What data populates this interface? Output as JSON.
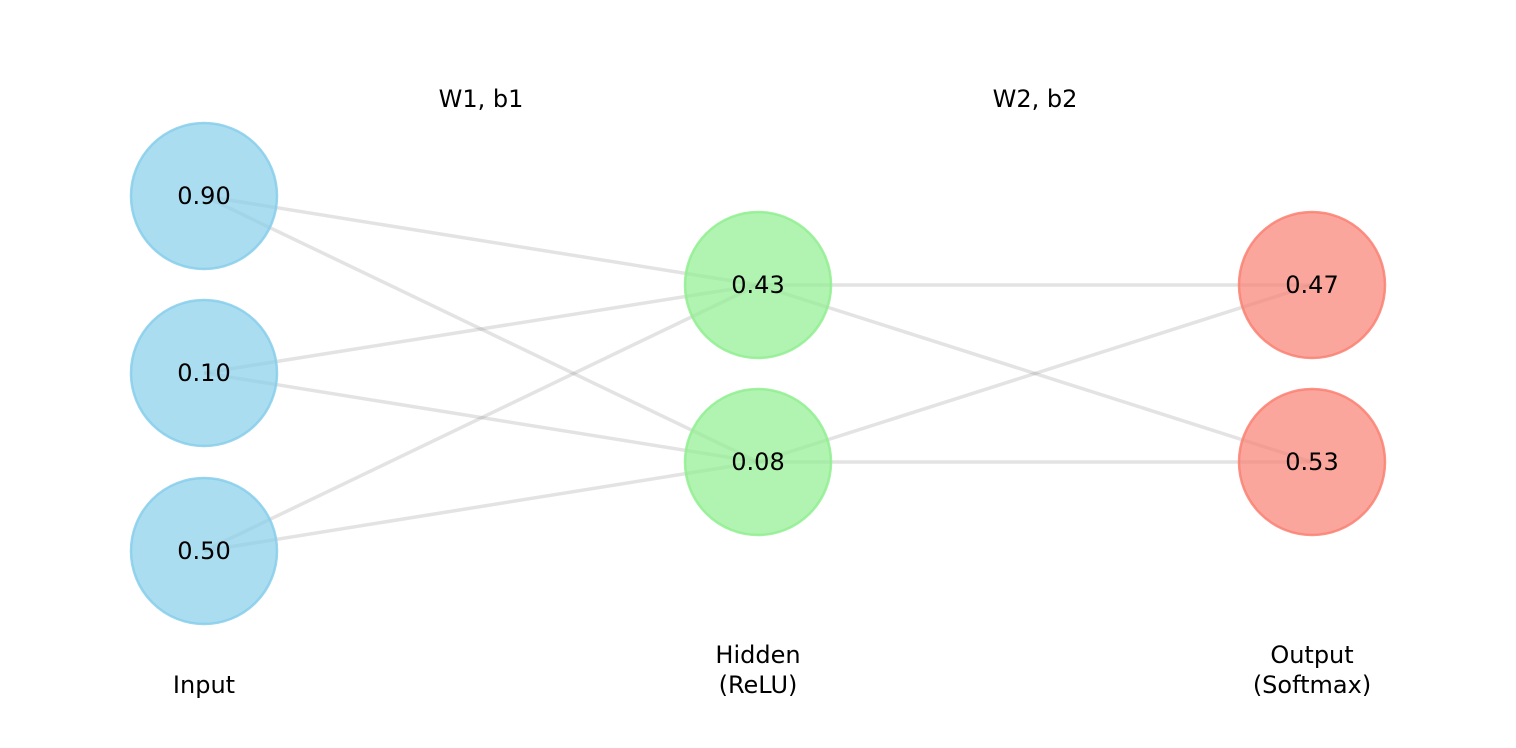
{
  "weights_labels": {
    "w1": "W1, b1",
    "w2": "W2, b2"
  },
  "layers": {
    "input": {
      "label": "Input",
      "color": "#87CEEB",
      "nodes": [
        "0.90",
        "0.10",
        "0.50"
      ]
    },
    "hidden": {
      "label_line1": "Hidden",
      "label_line2": "(ReLU)",
      "color": "#90EE90",
      "nodes": [
        "0.43",
        "0.08"
      ]
    },
    "output": {
      "label_line1": "Output",
      "label_line2": "(Softmax)",
      "color": "#FA8072",
      "nodes": [
        "0.47",
        "0.53"
      ]
    }
  }
}
